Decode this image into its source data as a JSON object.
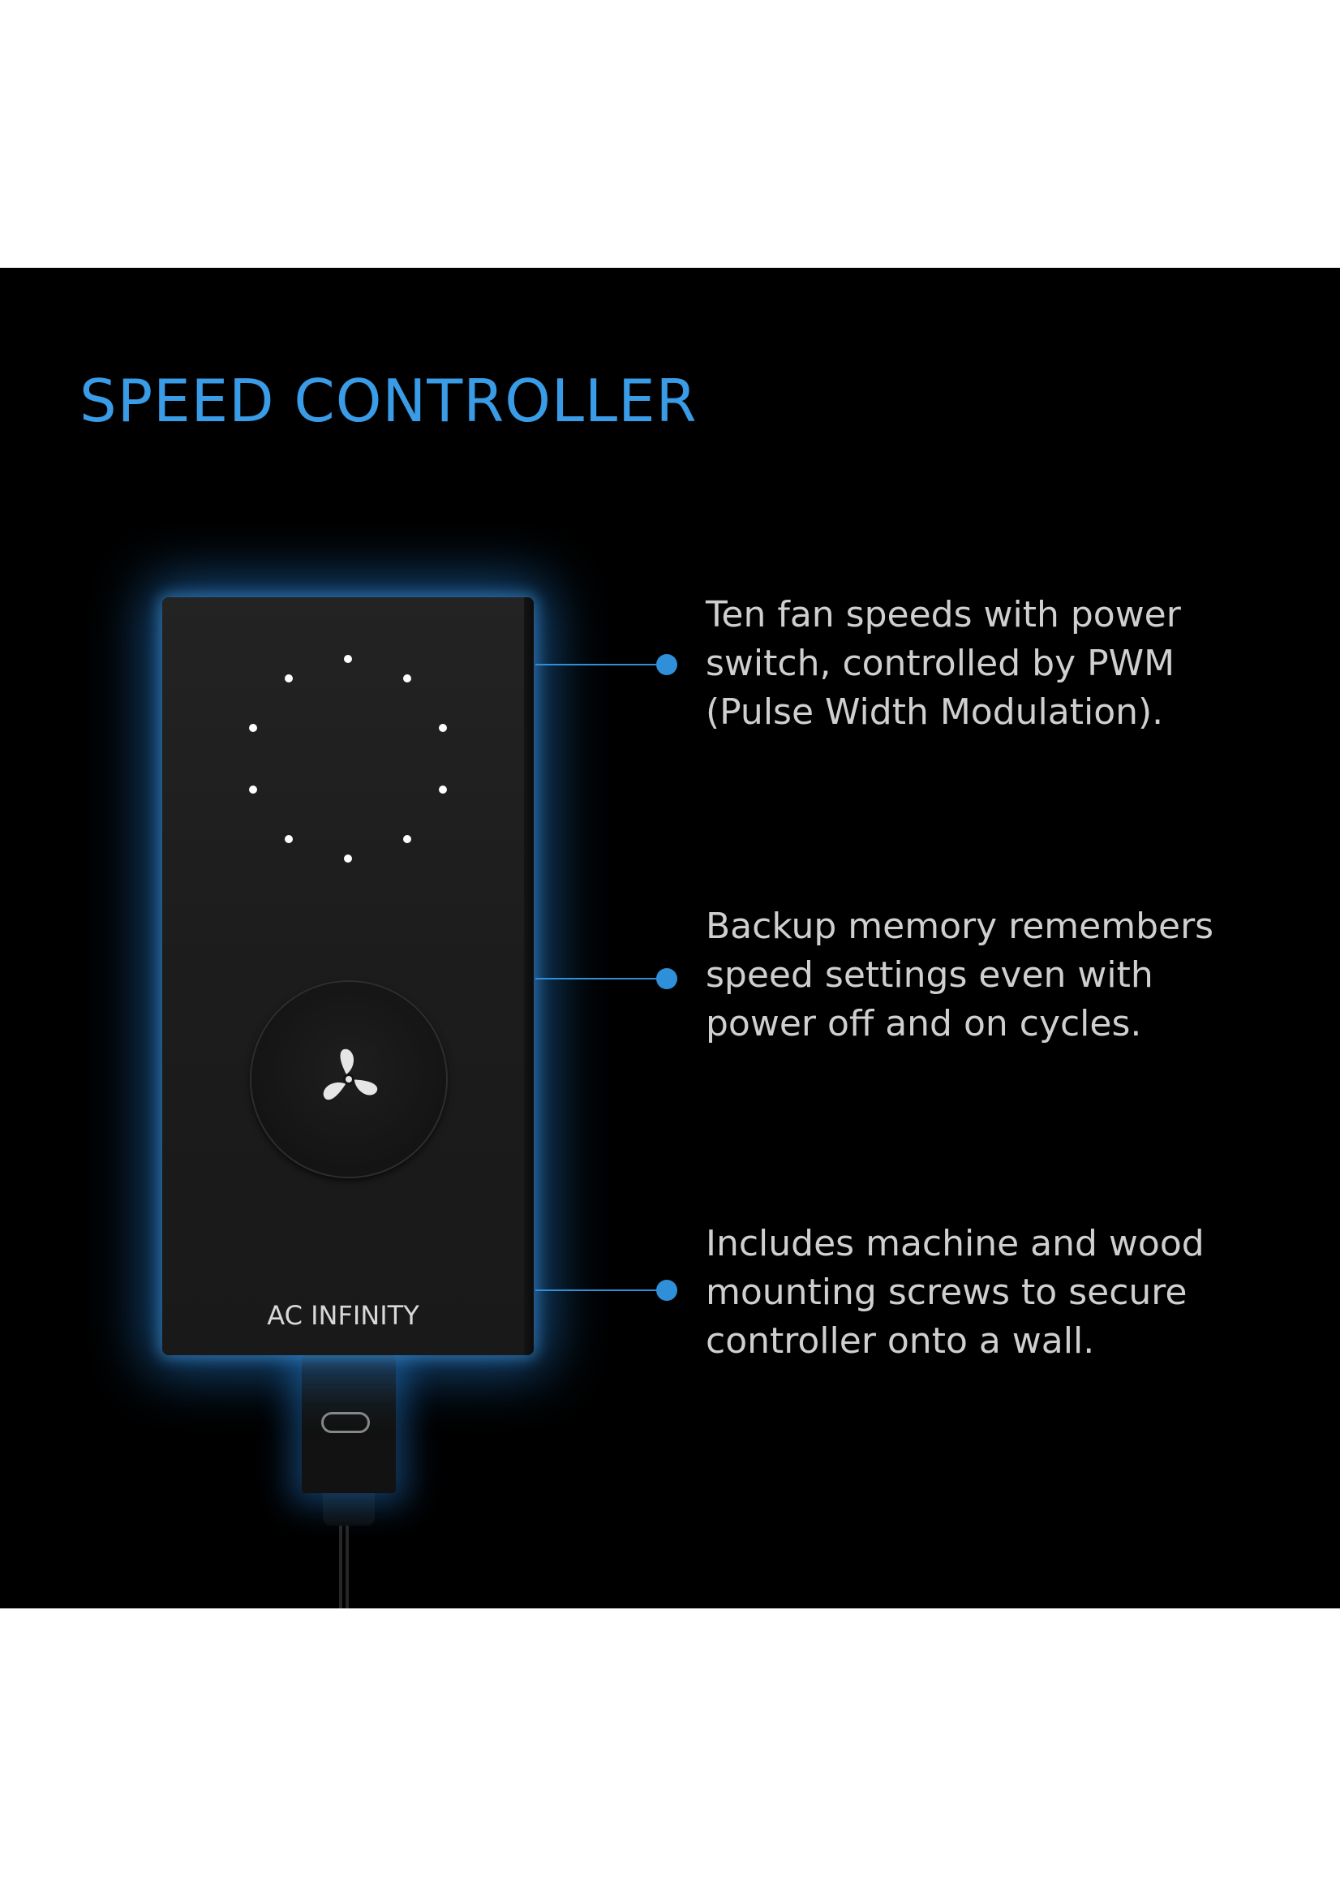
{
  "title": "SPEED CONTROLLER",
  "device": {
    "brand_label": "AC INFINITY",
    "speed_indicator_count": 10,
    "button_icon": "fan-icon",
    "port_icon": "usb-c-port-icon"
  },
  "callouts": [
    {
      "text": "Ten fan speeds with power switch, controlled by PWM (Pulse Width Modulation)."
    },
    {
      "text": "Backup memory remembers speed settings even with power off and on cycles."
    },
    {
      "text": "Includes machine and wood mounting screws to secure controller onto a wall."
    }
  ],
  "colors": {
    "accent": "#3a9be6",
    "panel_background": "#000000",
    "page_background": "#ffffff",
    "body_text": "#cfcfcf",
    "glow": "#2882dc"
  }
}
